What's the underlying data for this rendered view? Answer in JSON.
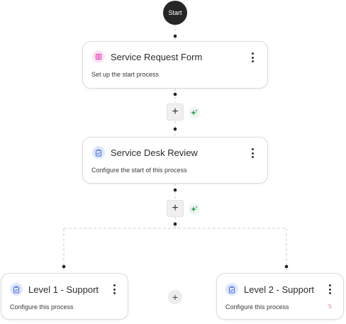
{
  "start": {
    "label": "Start"
  },
  "nodes": [
    {
      "title": "Service Request Form",
      "description": "Set up the start process"
    },
    {
      "title": "Service Desk Review",
      "description": "Configure the start of this process"
    },
    {
      "title": "Level 1 - Support",
      "description": "Configure this process"
    },
    {
      "title": "Level 2 - Support",
      "description": "Configure this process"
    }
  ],
  "controls": {
    "add_symbol": "+",
    "sort_symbol": "⇅"
  },
  "icons": {
    "form": "form-icon",
    "clipboard": "clipboard-icon",
    "ai": "sparkle-icon",
    "menu": "kebab-menu-icon"
  },
  "colors": {
    "start_fill": "#262626",
    "form_icon_bg": "#fbe3f3",
    "form_icon": "#e63fb0",
    "clipboard_icon_bg": "#dfe7fb",
    "clipboard_icon": "#4a6fd8",
    "ai_icon": "#2f9c5b"
  }
}
